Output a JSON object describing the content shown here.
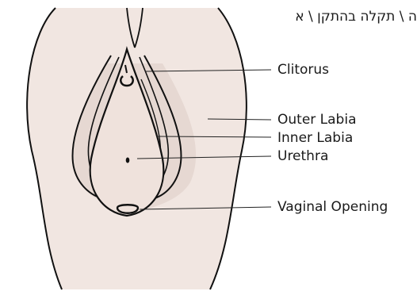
{
  "header": {
    "text": "ה \\ תקלה בהתקן \\ א"
  },
  "diagram": {
    "labels": {
      "clitorus": "Clitorus",
      "outer_labia": "Outer Labia",
      "inner_labia": "Inner Labia",
      "urethra": "Urethra",
      "vaginal_opening": "Vaginal Opening"
    }
  },
  "colors": {
    "skin": "#f1e6e1",
    "inner": "#e9dcd6",
    "outline": "#111111",
    "shadow": "#c9b8b3"
  }
}
